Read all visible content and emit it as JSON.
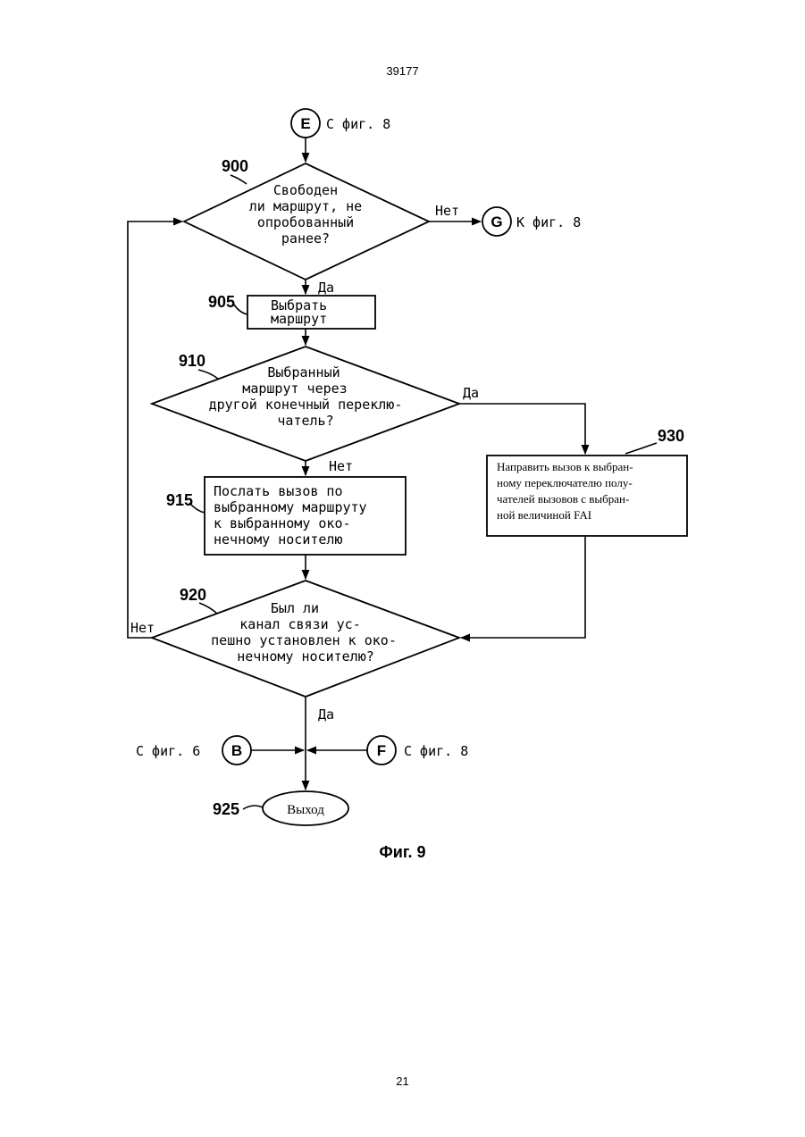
{
  "page": {
    "document_id": "39177",
    "page_number": "21",
    "figure_caption": "Фиг. 9"
  },
  "connectors": {
    "E": {
      "letter": "E",
      "label": "С фиг. 8"
    },
    "G": {
      "letter": "G",
      "label": "К фиг. 8"
    },
    "B": {
      "letter": "B",
      "label": "С фиг. 6"
    },
    "F": {
      "letter": "F",
      "label": "С фиг. 8"
    }
  },
  "steps": {
    "s900": {
      "ref": "900",
      "lines": [
        "Свободен",
        "ли маршрут, не",
        "опробованный",
        "ранее?"
      ]
    },
    "s905": {
      "ref": "905",
      "lines": [
        "Выбрать",
        "маршрут"
      ]
    },
    "s910": {
      "ref": "910",
      "lines": [
        "Выбранный",
        "маршрут через",
        "другой конечный переклю-",
        "чатель?"
      ]
    },
    "s915": {
      "ref": "915",
      "lines": [
        "Послать вызов по",
        "выбранному маршруту",
        "к выбранному око-",
        "нечному носителю"
      ]
    },
    "s920": {
      "ref": "920",
      "lines": [
        "Был ли",
        "канал связи ус-",
        "пешно установлен к око-",
        "нечному носителю?"
      ]
    },
    "s930": {
      "ref": "930",
      "lines": [
        "Направить вызов к выбран-",
        "ному переключателю полу-",
        "чателей вызовов с выбран-",
        "ной величиной FAI"
      ]
    },
    "s925": {
      "ref": "925",
      "label": "Выход"
    }
  },
  "branch_labels": {
    "s900_no": "Нет",
    "s900_yes": "Да",
    "s910_yes": "Да",
    "s910_no": "Нет",
    "s920_no": "Нет",
    "s920_yes": "Да"
  }
}
